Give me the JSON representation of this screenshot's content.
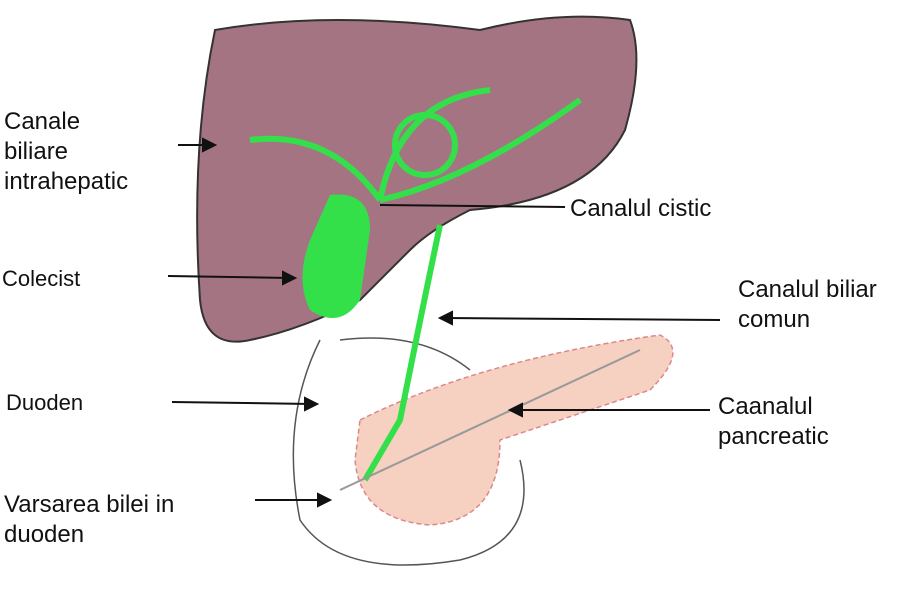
{
  "labels": {
    "intrahepatic": [
      "Canale",
      "biliare",
      "intrahepatic"
    ],
    "cystic": "Canalul cistic",
    "gallbladder": "Colecist",
    "common": [
      "Canalul biliar",
      "comun"
    ],
    "duodenum": "Duoden",
    "pancreatic": [
      "Caanalul",
      "pancreatic"
    ],
    "outflow": [
      "Varsarea bilei in",
      "duoden"
    ]
  },
  "colors": {
    "liver": "#a57483",
    "bile": "#33e04a",
    "pancreas": "#f6d0c0",
    "outline": "#333333"
  }
}
